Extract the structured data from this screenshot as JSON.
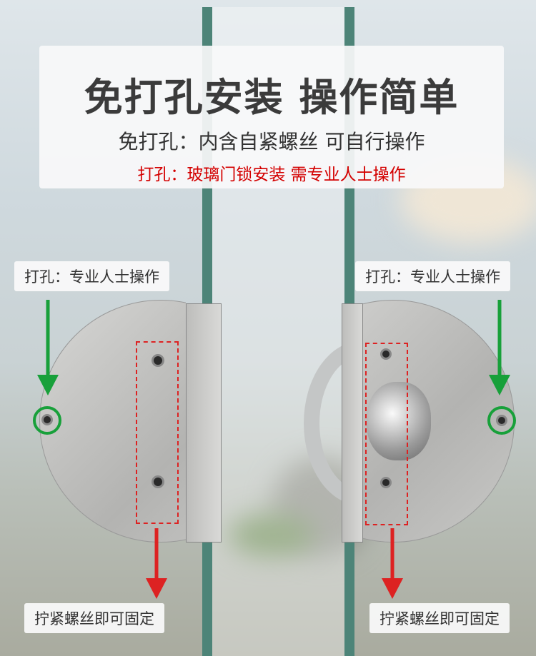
{
  "banner": {
    "title": "免打孔安装 操作简单",
    "subtitle": "免打孔：内含自紧螺丝 可自行操作",
    "note": "打孔：玻璃门锁安装 需专业人士操作"
  },
  "left_lock": {
    "top_label": "打孔：专业人士操作",
    "bottom_label": "拧紧螺丝即可固定"
  },
  "right_lock": {
    "top_label": "打孔：专业人士操作",
    "bottom_label": "拧紧螺丝即可固定"
  },
  "colors": {
    "highlight_green": "#18a03a",
    "highlight_red": "#d22222",
    "note_red": "#d40000",
    "glass_edge": "#4d8478"
  }
}
